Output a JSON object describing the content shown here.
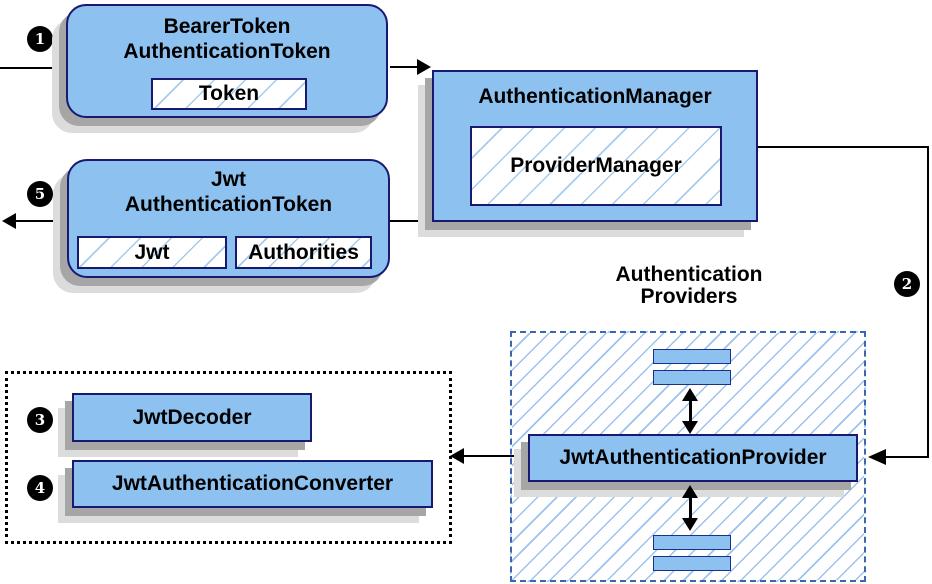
{
  "diagram": {
    "steps": [
      "1",
      "2",
      "3",
      "4",
      "5"
    ],
    "bearer_token_box": {
      "title_line1": "BearerToken",
      "title_line2": "AuthenticationToken",
      "field": "Token"
    },
    "authentication_manager_box": {
      "title": "AuthenticationManager",
      "field": "ProviderManager"
    },
    "jwt_token_box": {
      "title_line1": "Jwt",
      "title_line2": "AuthenticationToken",
      "field_jwt": "Jwt",
      "field_authorities": "Authorities"
    },
    "providers_group": {
      "label_line1": "Authentication",
      "label_line2": "Providers",
      "provider": "JwtAuthenticationProvider"
    },
    "decoders_group": {
      "decoder": "JwtDecoder",
      "converter": "JwtAuthenticationConverter"
    },
    "colors": {
      "box_fill": "#8dc1f0",
      "box_border": "#191970",
      "hatch_line": "#a5cbee",
      "dashed_box_border": "#3a67ad",
      "dotted_box_border": "#000000",
      "shadow_dark": "#a6a6a6",
      "shadow_light": "#dcdcdc",
      "connector": "#000000",
      "badge_bg": "#000000",
      "badge_text": "#ffffff"
    }
  }
}
